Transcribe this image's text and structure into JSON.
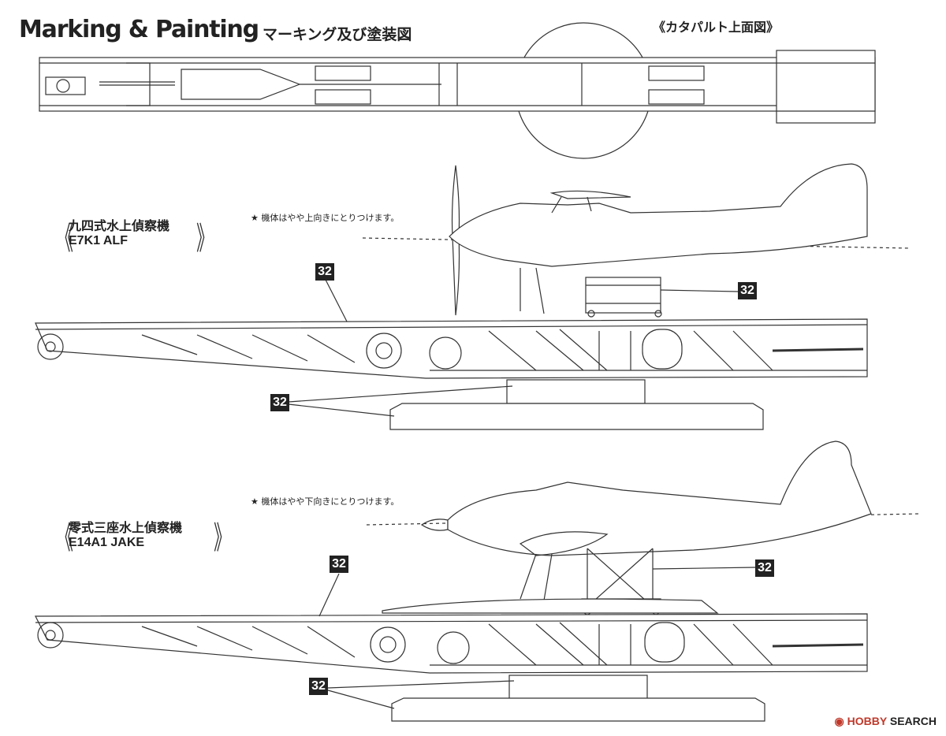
{
  "header": {
    "title": "Marking & Painting",
    "subtitle": "マーキング及び塗装図",
    "catapult_top_view": "《カタパルト上面図》"
  },
  "sections": [
    {
      "name_jp": "九四式水上偵察機",
      "name_en": "E7K1 ALF",
      "note": "★ 機体はやや上向きにとりつけます。",
      "callouts": [
        "32",
        "32",
        "32"
      ]
    },
    {
      "name_jp": "零式三座水上偵察機",
      "name_en": "E14A1 JAKE",
      "note": "★ 機体はやや下向きにとりつけます。",
      "callouts": [
        "32",
        "32",
        "32"
      ]
    }
  ],
  "brace_left": "《",
  "brace_right": "》",
  "watermark": {
    "logo": "HOBBY",
    "brand": "SEARCH",
    "icon": "camera-icon"
  },
  "colors": {
    "line": "#333333",
    "fill": "#ffffff",
    "badge": "#222222",
    "watermark_red": "#c0392b"
  }
}
